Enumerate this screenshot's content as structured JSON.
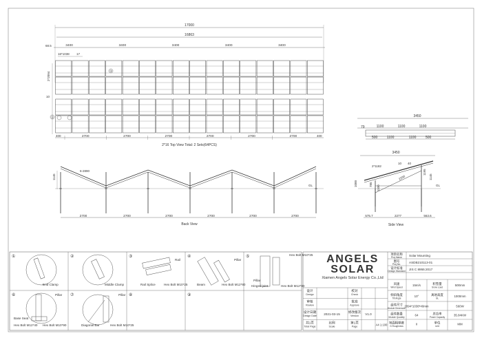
{
  "top_view": {
    "overall_length": "17000",
    "inner_length": "16863",
    "edge_offset": "68.5",
    "span_labels": [
      "3400",
      "3400",
      "3400",
      "3400",
      "3400"
    ],
    "module_width_label": "16*1038",
    "gap_label": "17",
    "depth_label": "2*2094",
    "mid_gap_label": "10",
    "bottom_end_left": "400",
    "bottom_end_right": "400",
    "bottom_spans": [
      "2700",
      "2700",
      "2700",
      "2700",
      "2700",
      "2700"
    ],
    "caption": "2*16 Top View Total: 2 Sets(64PCS)",
    "callout_a": "①",
    "callout_b": "③"
  },
  "right_top_view": {
    "top_width": "3450",
    "offset_left": "79",
    "spans": [
      "1100",
      "1100",
      "1100"
    ],
    "bottom_left": "500",
    "bottom_spans": [
      "1100",
      "1100"
    ],
    "bottom_right": "500"
  },
  "back_view": {
    "height_label": "1145",
    "slope_label": "6-2890",
    "ground_label": "GL",
    "spans": [
      "2700",
      "2700",
      "2700",
      "2700",
      "2700",
      "2700"
    ],
    "caption": "Back View"
  },
  "side_view": {
    "top_label": "3450",
    "panel_label": "2*1182",
    "dims_a": [
      "10",
      "40"
    ],
    "dims_b": [
      "1000",
      "785",
      "1100",
      "1145"
    ],
    "dims_c": [
      "2200",
      "1195"
    ],
    "ground_label": "GL",
    "bottom_dims": [
      "575.7",
      "2277",
      "563.6"
    ],
    "caption": "Side View"
  },
  "details": [
    {
      "num": "①",
      "labels": [
        "End Clamp"
      ]
    },
    {
      "num": "②",
      "labels": [
        "Middle Clamp"
      ]
    },
    {
      "num": "③",
      "labels": [
        "Rail",
        "Rail Splice",
        "Hex Bolt M10*25"
      ]
    },
    {
      "num": "④",
      "labels": [
        "Pillar",
        "Beam",
        "Hex Bolt M12*80"
      ]
    },
    {
      "num": "⑤",
      "labels": [
        "Hex Bolt M10*25",
        "Pillar",
        "Hinged joint",
        "Hex Bolt M12*80"
      ]
    },
    {
      "num": "⑥",
      "labels": [
        "Pillar",
        "Base Seat",
        "Hex Bolt M12*40",
        "Hex Bolt M10*90"
      ]
    },
    {
      "num": "⑦",
      "labels": [
        "Pillar",
        "Diagonal Bar",
        "Hex Bolt M10*25"
      ]
    },
    {
      "num": "⑧",
      "labels": []
    },
    {
      "num": "⑨",
      "labels": []
    }
  ],
  "title_block": {
    "brand": "ANGELS SOLAR",
    "brand_top": "ANGELS",
    "brand_bottom": "SOLAR",
    "company": "Xiamen Angels Solar Energy Co.,Ltd",
    "project_name_cn": "项目名称",
    "project_name_en": "Proj.Name",
    "project_name": "Solar Mounting",
    "drawing_no_cn": "图号",
    "drawing_no_en": "Proj.No.",
    "drawing_no": "ASDB210113-01",
    "design_std_cn": "设计标准",
    "design_std_en": "Design Standard",
    "design_std": "JIS C 8955:2017",
    "rows": [
      {
        "a_cn": "设计",
        "a_en": "Design",
        "b_cn": "校对",
        "b_en": "Check"
      },
      {
        "a_cn": "审核",
        "a_en": "Review",
        "b_cn": "批准",
        "b_en": "Approve"
      },
      {
        "a_cn": "设计日期",
        "a_en": "Design Date",
        "a_val": "2021-03-15",
        "b_cn": "修改版次",
        "b_en": "Version",
        "b_val": "V1.0"
      },
      {
        "a_cn": "共1页",
        "a_en": "Total Page",
        "b_cn": "第1页",
        "b_en": "Page",
        "c_cn": "比例",
        "c_en": "Scale",
        "c_val": "A4 1:100"
      }
    ],
    "specs": [
      {
        "k_cn": "风速",
        "k_en": "Wind Speed",
        "v": "15m/s",
        "k2_cn": "积雪量",
        "k2_en": "Snow Load",
        "v2": "500mm"
      },
      {
        "k_cn": "倾斜角度",
        "k_en": "Tilt Angle",
        "v": "10°",
        "k2_cn": "离地高度",
        "k2_en": "GL",
        "v2": "1000mm"
      },
      {
        "k_cn": "组件尺寸",
        "k_en": "Module Dimension",
        "v": "2094*1038*40mm",
        "k2_cn": "",
        "k2_en": "",
        "v2": "560W"
      },
      {
        "k_cn": "组件数量",
        "k_en": "Module Quantity",
        "v": "64",
        "k2_cn": "总功率",
        "k2_en": "Power Capacity",
        "v2": "35.84KW"
      },
      {
        "k_cn": "地面粗糙度",
        "k_en": "G.Roughness",
        "v": "II",
        "k2_cn": "单位",
        "k2_en": "Unit",
        "v2": "MM"
      }
    ]
  }
}
